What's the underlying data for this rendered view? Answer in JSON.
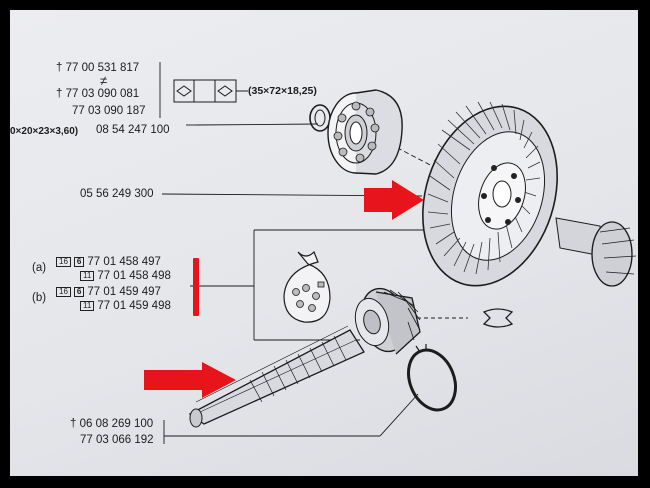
{
  "labels": {
    "ref_a": "77 00 531 817",
    "ref_b": "77 03 090 081",
    "ref_c": "77 03 090 187",
    "bearing_dim": "(35×72×18,25)",
    "washer_dim": "0×20×23×3,60)",
    "ref_d": "08 54 247 100",
    "ref_crown": "05 56 249 300",
    "group_a": "(a)",
    "group_b": "(b)",
    "box_16": "16",
    "box_6": "6",
    "box_11": "11",
    "ref_a1": "77 01 458 497",
    "ref_a2": "77 01 458 498",
    "ref_b1": "77 01 459 497",
    "ref_b2": "77 01 459 498",
    "ref_circlip_1": "06 08 269 100",
    "ref_circlip_2": "77 03 066 192",
    "dagger": "†"
  },
  "colors": {
    "annotation_red": "#e8141b",
    "frame": "#000000",
    "paper": "#e6e8ec",
    "ink": "#1c1c1c"
  },
  "icons": [
    "bearing-symbol-icon",
    "diamond-icon",
    "bag-icon",
    "circlip-icon"
  ]
}
